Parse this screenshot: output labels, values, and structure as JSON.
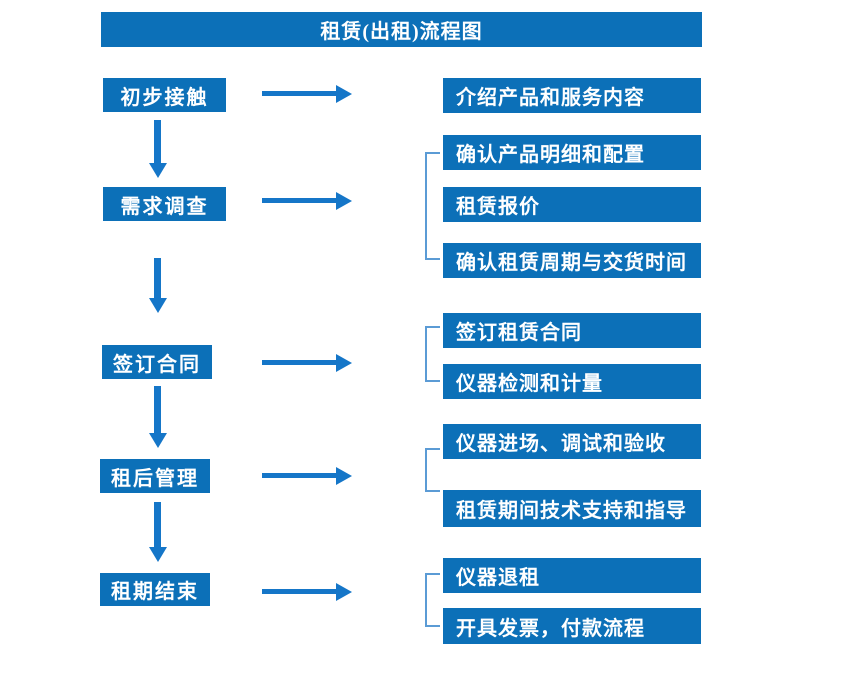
{
  "title": "租赁(出租)流程图",
  "colors": {
    "box_fill": "#0C70B8",
    "arrow": "#1576C8",
    "bracket": "#5B9BD5",
    "text": "#FFFFFF",
    "background": "#FFFFFF"
  },
  "stages": [
    {
      "label": "初步接触",
      "outputs": [
        "介绍产品和服务内容"
      ]
    },
    {
      "label": "需求调查",
      "outputs": [
        "确认产品明细和配置",
        "租赁报价",
        "确认租赁周期与交货时间"
      ]
    },
    {
      "label": "签订合同",
      "outputs": [
        "签订租赁合同",
        "仪器检测和计量"
      ]
    },
    {
      "label": "租后管理",
      "outputs": [
        "仪器进场、调试和验收",
        "租赁期间技术支持和指导"
      ]
    },
    {
      "label": "租期结束",
      "outputs": [
        "仪器退租",
        "开具发票，付款流程"
      ]
    }
  ]
}
